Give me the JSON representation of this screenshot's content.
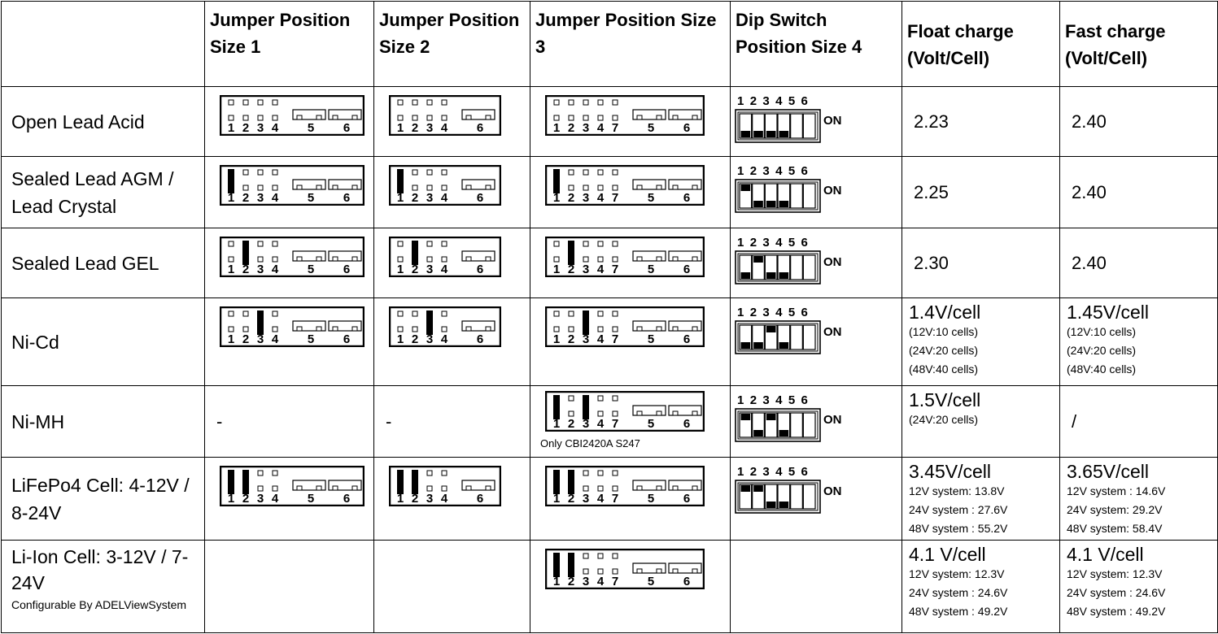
{
  "headers": {
    "blank": "",
    "size1": "Jumper Position Size 1",
    "size2": "Jumper Position Size 2",
    "size3": "Jumper Position Size 3",
    "size4": "Dip Switch Position Size 4",
    "float": "Float charge (Volt/Cell)",
    "fast": "Fast charge (Volt/Cell)"
  },
  "jumper_labels": {
    "size1": [
      "1",
      "2",
      "3",
      "4",
      "5",
      "6"
    ],
    "size2": [
      "1",
      "2",
      "3",
      "4",
      "6"
    ],
    "size3": [
      "1",
      "2",
      "3",
      "4",
      "7",
      "5",
      "6"
    ],
    "dip": "1 2 3 4 5 6",
    "dip_on": "ON"
  },
  "rows": [
    {
      "label": "Open Lead Acid",
      "label_small": "",
      "s1": "jumper",
      "s2": "jumper",
      "s3": "jumper",
      "s4": "dip",
      "s1_text": "",
      "s2_text": "",
      "s3_note": "",
      "jump_s1": [],
      "jump_s2": [],
      "jump_s3": [],
      "dip_on": [
        true,
        true,
        true,
        true,
        false,
        false
      ],
      "float_main": "2.23",
      "float_lines": [],
      "fast_main": "2.40",
      "fast_lines": []
    },
    {
      "label": "Sealed Lead AGM / Lead Crystal",
      "label_small": "",
      "s1": "jumper",
      "s2": "jumper",
      "s3": "jumper",
      "s4": "dip",
      "s1_text": "",
      "s2_text": "",
      "s3_note": "",
      "jump_s1": [
        1
      ],
      "jump_s2": [
        1
      ],
      "jump_s3": [
        1
      ],
      "dip_on": [
        false,
        true,
        true,
        true,
        false,
        false
      ],
      "float_main": "2.25",
      "float_lines": [],
      "fast_main": "2.40",
      "fast_lines": []
    },
    {
      "label": "Sealed Lead GEL",
      "label_small": "",
      "s1": "jumper",
      "s2": "jumper",
      "s3": "jumper",
      "s4": "dip",
      "s1_text": "",
      "s2_text": "",
      "s3_note": "",
      "jump_s1": [
        2
      ],
      "jump_s2": [
        2
      ],
      "jump_s3": [
        2
      ],
      "dip_on": [
        true,
        false,
        true,
        true,
        false,
        false
      ],
      "float_main": "2.30",
      "float_lines": [],
      "fast_main": "2.40",
      "fast_lines": []
    },
    {
      "label": "Ni-Cd",
      "label_small": "",
      "s1": "jumper",
      "s2": "jumper",
      "s3": "jumper",
      "s4": "dip",
      "s1_text": "",
      "s2_text": "",
      "s3_note": "",
      "jump_s1": [
        3
      ],
      "jump_s2": [
        3
      ],
      "jump_s3": [
        3
      ],
      "dip_on": [
        true,
        true,
        false,
        true,
        false,
        false
      ],
      "float_main": "1.4V/cell",
      "float_lines": [
        "(12V:10 cells)",
        "(24V:20 cells)",
        "(48V:40 cells)"
      ],
      "fast_main": "1.45V/cell",
      "fast_lines": [
        "(12V:10 cells)",
        "(24V:20 cells)",
        "(48V:40 cells)"
      ]
    },
    {
      "label": "Ni-MH",
      "label_small": "",
      "s1": "text",
      "s2": "text",
      "s3": "jumper",
      "s4": "dip",
      "s1_text": "-",
      "s2_text": "-",
      "s3_note": "Only CBI2420A S247",
      "jump_s1": [],
      "jump_s2": [],
      "jump_s3": [
        1,
        3
      ],
      "dip_on": [
        false,
        true,
        false,
        true,
        false,
        false
      ],
      "float_main": "1.5V/cell",
      "float_lines": [
        "(24V:20 cells)"
      ],
      "fast_main": "/",
      "fast_lines": []
    },
    {
      "label": "LiFePo4 Cell: 4-12V / 8-24V",
      "label_small": "",
      "s1": "jumper",
      "s2": "jumper",
      "s3": "jumper",
      "s4": "dip",
      "s1_text": "",
      "s2_text": "",
      "s3_note": "",
      "jump_s1": [
        1,
        2
      ],
      "jump_s2": [
        1,
        2
      ],
      "jump_s3": [
        1,
        2
      ],
      "dip_on": [
        false,
        false,
        true,
        true,
        false,
        false
      ],
      "float_main": "3.45V/cell",
      "float_lines": [
        "12V system: 13.8V",
        "24V  system : 27.6V",
        "48V  system : 55.2V"
      ],
      "fast_main": "3.65V/cell",
      "fast_lines": [
        "12V  system : 14.6V",
        "24V  system: 29.2V",
        "48V  system: 58.4V"
      ]
    },
    {
      "label": "Li-Ion Cell: 3-12V / 7-24V",
      "label_small": "Configurable By ADELViewSystem",
      "s1": "empty",
      "s2": "empty",
      "s3": "jumper",
      "s4": "empty",
      "s1_text": "",
      "s2_text": "",
      "s3_note": "",
      "jump_s1": [],
      "jump_s2": [],
      "jump_s3": [
        1,
        2
      ],
      "dip_on": [],
      "float_main": "4.1 V/cell",
      "float_lines": [
        "12V system: 12.3V",
        "24V  system : 24.6V",
        "48V  system : 49.2V"
      ],
      "fast_main": "4.1 V/cell",
      "fast_lines": [
        "12V system: 12.3V",
        "24V  system : 24.6V",
        "48V  system : 49.2V"
      ]
    }
  ]
}
